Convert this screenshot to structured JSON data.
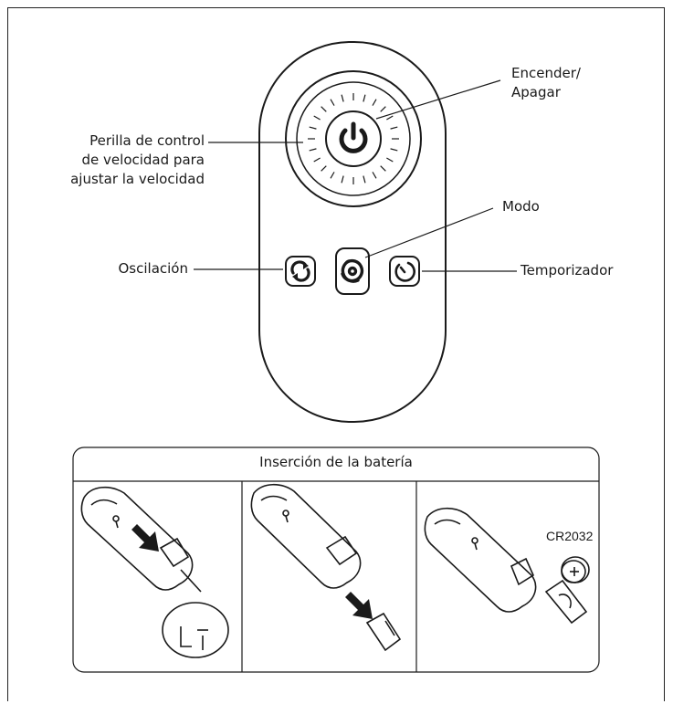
{
  "remote": {
    "callouts": {
      "power": [
        "Encender/",
        "Apagar"
      ],
      "speed_knob": [
        "Perilla de control",
        "de velocidad para",
        "ajustar la velocidad"
      ],
      "mode": "Modo",
      "oscillation": "Oscilación",
      "timer": "Temporizador"
    },
    "icons": [
      "power-icon",
      "oscillation-icon",
      "mode-swirl-icon",
      "timer-icon"
    ]
  },
  "battery_section": {
    "title": "Inserción de la batería",
    "battery_model": "CR2032",
    "steps": [
      "open-cover",
      "remove-tray",
      "insert-battery"
    ]
  }
}
